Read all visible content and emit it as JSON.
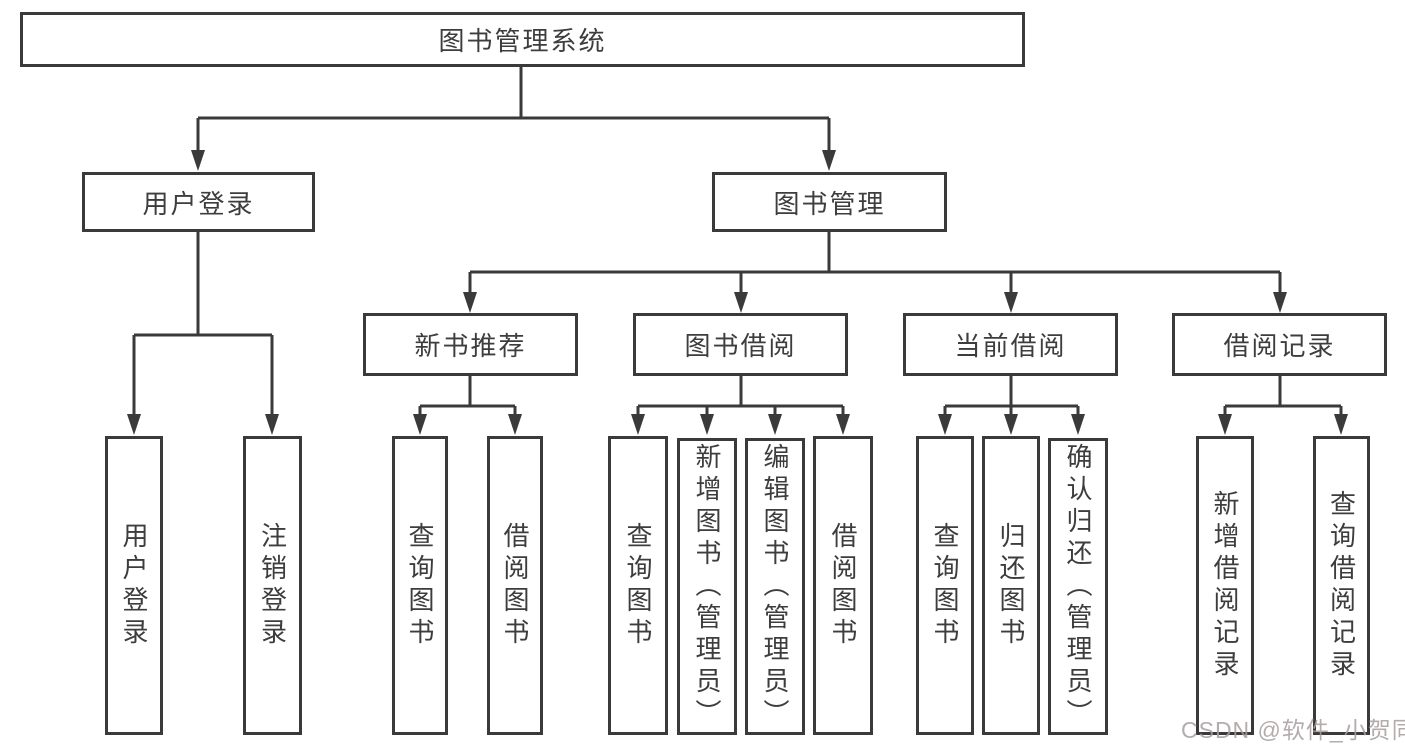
{
  "diagram": {
    "root_label": "图书管理系统",
    "branches": [
      {
        "label": "用户登录",
        "children": [
          {
            "label": "用户登录"
          },
          {
            "label": "注销登录"
          }
        ]
      },
      {
        "label": "图书管理",
        "children": [
          {
            "label": "新书推荐",
            "children": [
              {
                "label": "查询图书"
              },
              {
                "label": "借阅图书"
              }
            ]
          },
          {
            "label": "图书借阅",
            "children": [
              {
                "label": "查询图书"
              },
              {
                "label": "新增图书（管理员）"
              },
              {
                "label": "编辑图书（管理员）"
              },
              {
                "label": "借阅图书"
              }
            ]
          },
          {
            "label": "当前借阅",
            "children": [
              {
                "label": "查询图书"
              },
              {
                "label": "归还图书"
              },
              {
                "label": "确认归还（管理员）"
              }
            ]
          },
          {
            "label": "借阅记录",
            "children": [
              {
                "label": "新增借阅记录"
              },
              {
                "label": "查询借阅记录"
              }
            ]
          }
        ]
      }
    ]
  },
  "watermark": {
    "text": "CSDN @软件_小贺同学"
  },
  "colors": {
    "line": "#3a3a3a",
    "text": "#3d3d3d",
    "watermark": "#a89e9e"
  }
}
